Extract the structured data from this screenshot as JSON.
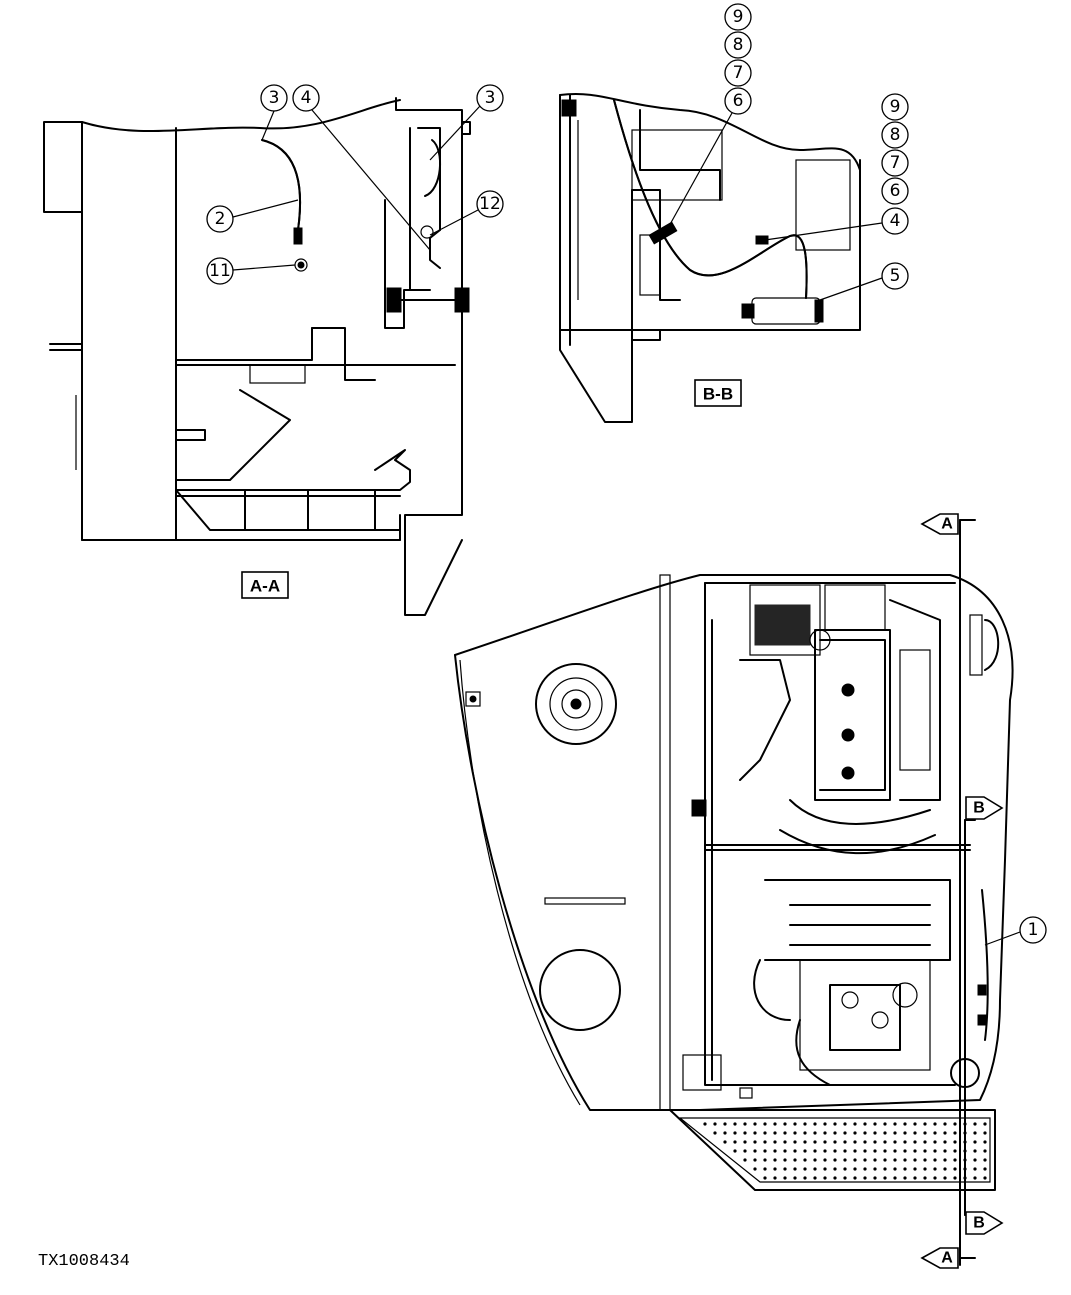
{
  "figure_id": "TX1008434",
  "view_labels": {
    "aa": "A-A",
    "bb": "B-B"
  },
  "section_markers": {
    "a": "A",
    "b": "B"
  },
  "callouts_aa": [
    "3",
    "4",
    "3",
    "2",
    "12",
    "11"
  ],
  "callouts_bb": [
    "9",
    "8",
    "7",
    "6",
    "9",
    "8",
    "7",
    "6",
    "4",
    "5"
  ],
  "callouts_main": [
    "1"
  ]
}
